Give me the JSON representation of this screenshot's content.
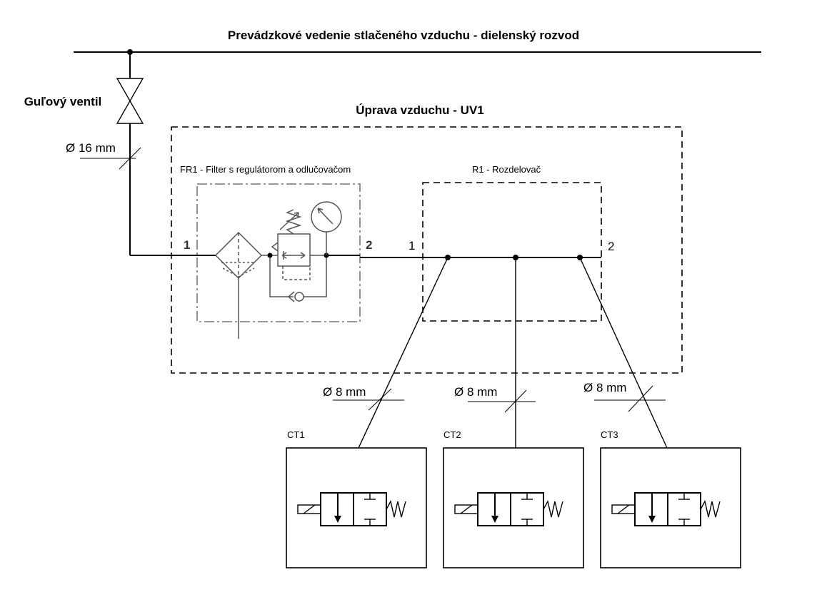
{
  "diagram": {
    "main_line_title": "Prevádzkové vedenie stlačeného vzduchu - dielenský rozvod",
    "ball_valve_label": "Guľový ventil",
    "air_prep_title": "Úprava vzduchu - UV1",
    "fr1_label": "FR1 - Filter s regulátorom a odlučovačom",
    "r1_label": "R1 - Rozdelovač",
    "fr1_port_in": "1",
    "fr1_port_out": "2",
    "r1_port_in": "1",
    "r1_port_out": "2",
    "dim_main": "Ø 16 mm",
    "dim_branch": [
      "Ø 8 mm",
      "Ø 8 mm",
      "Ø 8 mm"
    ],
    "consumers": [
      "CT1",
      "CT2",
      "CT3"
    ]
  }
}
